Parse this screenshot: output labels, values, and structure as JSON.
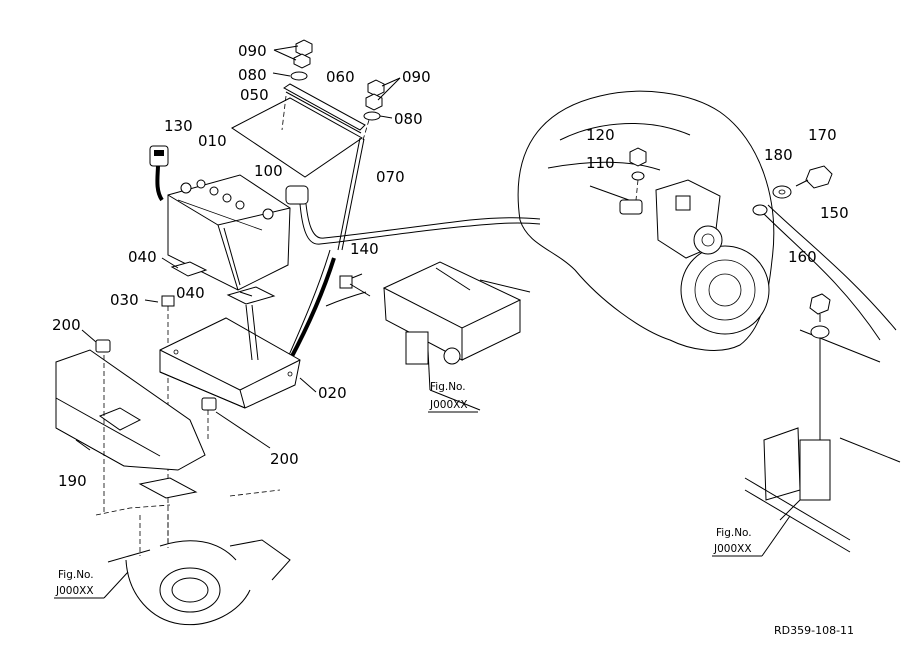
{
  "part_labels": {
    "p090a": "090",
    "p080a": "080",
    "p060": "060",
    "p050": "050",
    "p090b": "090",
    "p080b": "080",
    "p130": "130",
    "p010": "010",
    "p100": "100",
    "p070": "070",
    "p120": "120",
    "p110": "110",
    "p170": "170",
    "p180": "180",
    "p150": "150",
    "p040a": "040",
    "p140": "140",
    "p160": "160",
    "p030": "030",
    "p040b": "040",
    "p200a": "200",
    "p020": "020",
    "p200b": "200",
    "p190": "190"
  },
  "figure_refs": {
    "ref_center_title": "Fig.No.",
    "ref_center_code": "J000XX",
    "ref_right_title": "Fig.No.",
    "ref_right_code": "J000XX",
    "ref_left_title": "Fig.No.",
    "ref_left_code": "J000XX"
  },
  "drawing_code": "RD359-108-11"
}
